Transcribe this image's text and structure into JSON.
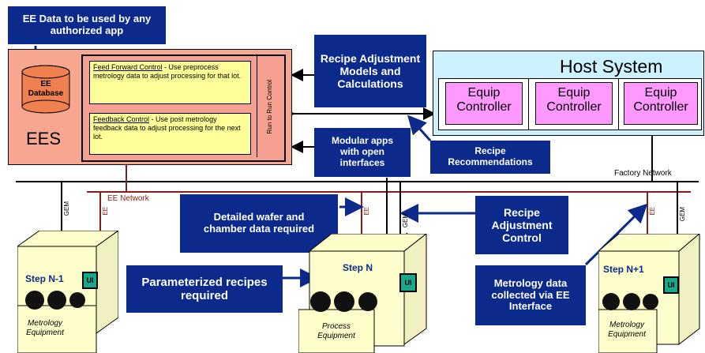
{
  "ee_data_callout": "EE Data to be used by any authorized app",
  "ees": {
    "label": "EES",
    "database_line1": "EE",
    "database_line2": "Database",
    "feedforward_title": "Feed Forward Control",
    "feedforward_text": " - Use preprocess metrology data to adjust processing for that lot.",
    "feedback_title": "Feedback Control",
    "feedback_text": " - Use post metrology feedback data to adjust processing for the next lot.",
    "side_label": "Run to Run Control"
  },
  "recipe_models": "Recipe Adjustment Models and Calculations",
  "modular_apps": "Modular apps with open interfaces",
  "recipe_recommendations": "Recipe Recommendations",
  "host": {
    "title": "Host System",
    "controllers": [
      {
        "line1": "Equip",
        "line2": "Controller"
      },
      {
        "line1": "Equip",
        "line2": "Controller"
      },
      {
        "line1": "Equip",
        "line2": "Controller"
      }
    ]
  },
  "factory_network": "Factory Network",
  "ee_network": "EE Network",
  "detailed_wafer": "Detailed wafer and chamber data required",
  "recipe_adjust_control": "Recipe Adjustment Control",
  "parameterized": "Parameterized recipes required",
  "metrology_collected": "Metrology data collected via EE Interface",
  "steps": [
    {
      "label": "Step N-1",
      "equip": "Metrology Equipment",
      "ui": "UI"
    },
    {
      "label": "Step N",
      "equip": "Process Equipment",
      "ui": "UI"
    },
    {
      "label": "Step N+1",
      "equip": "Metrology Equipment",
      "ui": "UI"
    }
  ],
  "port_labels": {
    "ge": "GEM",
    "ee": "EE"
  },
  "colors": {
    "navy": "#0b2a8c",
    "ees": "#f7a68f",
    "yellow": "#ffff99",
    "host": "#ccf2ff",
    "controller": "#ff99ff",
    "network_red": "#8b1a1a",
    "ui": "#1aa88a"
  }
}
